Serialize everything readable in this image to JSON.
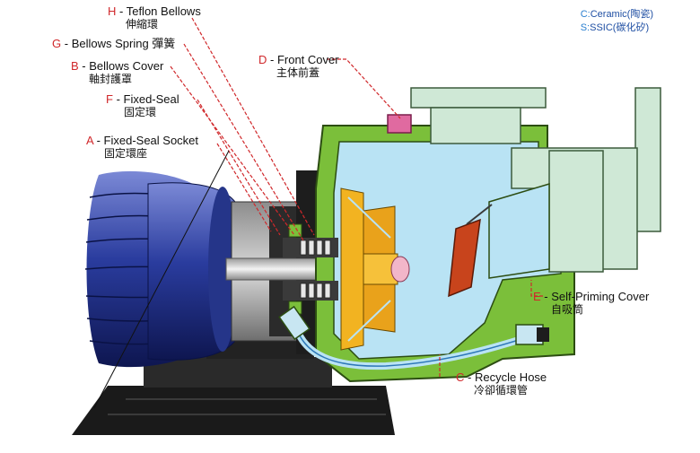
{
  "legend": [
    {
      "key": "C:",
      "text": "Ceramic(陶瓷)"
    },
    {
      "key": "S:",
      "text": "SSIC(碳化矽)"
    }
  ],
  "labels": {
    "H": {
      "letter": "H",
      "en": "Teflon Bellows",
      "zh": "伸縮環"
    },
    "G": {
      "letter": "G",
      "en": "Bellows Spring 彈簧",
      "zh": ""
    },
    "B": {
      "letter": "B",
      "en": "Bellows Cover",
      "zh": "軸封護罩"
    },
    "F": {
      "letter": "F",
      "en": "Fixed-Seal",
      "zh": "固定環"
    },
    "A": {
      "letter": "A",
      "en": "Fixed-Seal Socket",
      "zh": "固定環座"
    },
    "D": {
      "letter": "D",
      "en": "Front Cover",
      "zh": "主体前蓋"
    },
    "E": {
      "letter": "E",
      "en": "Self-Priming Cover",
      "zh": "自吸筒"
    },
    "C": {
      "letter": "C",
      "en": "Recycle Hose",
      "zh": "冷卻循環管"
    }
  },
  "colors": {
    "motor_blue": "#1e2f8a",
    "casing_green": "#7bbf3a",
    "liquid_blue": "#b9e3f4",
    "flange_mint": "#cfe8d6",
    "impeller_red": "#c8441c",
    "shaft_gold": "#f2b321",
    "leader_red": "#d0282b",
    "base_black": "#1a1a1a"
  }
}
